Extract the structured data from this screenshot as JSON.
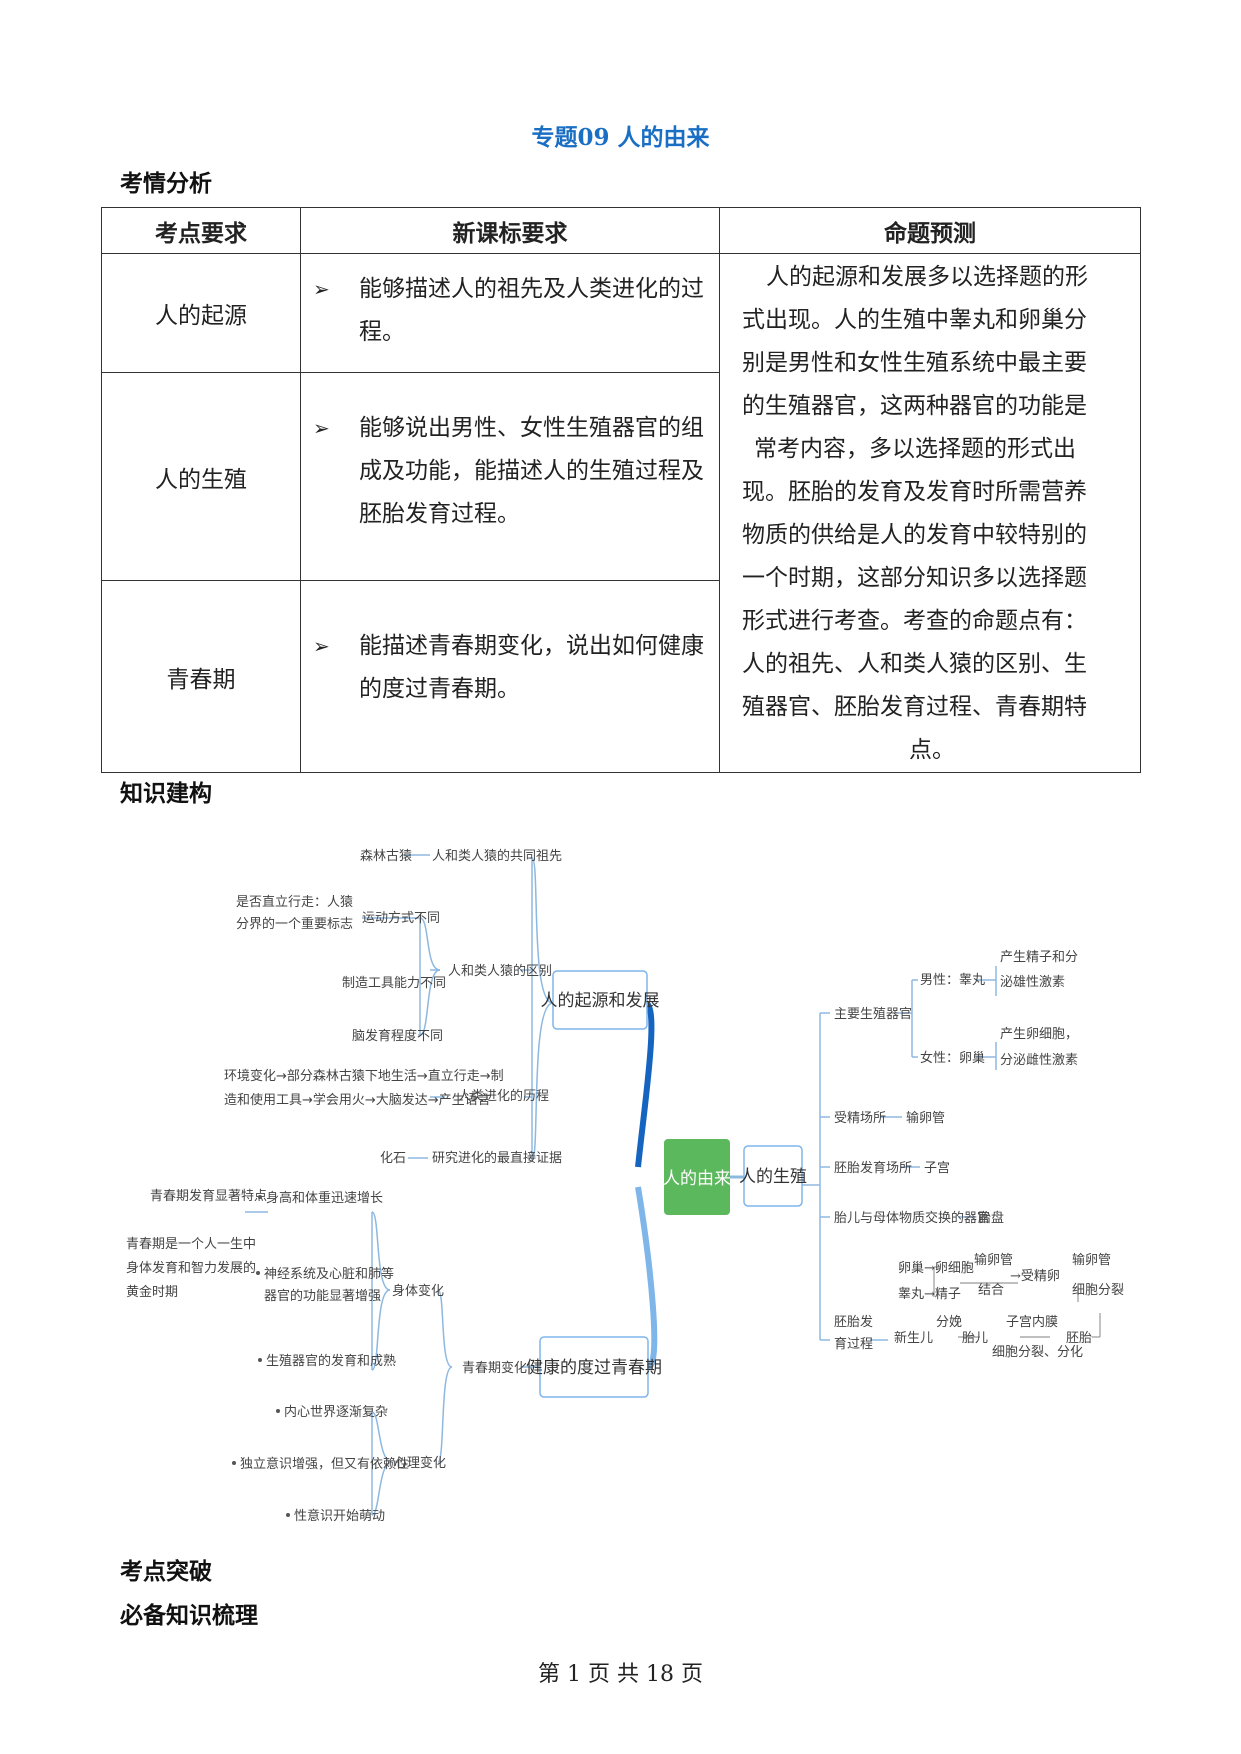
{
  "title": "专题09 人的由来",
  "section_analysis": "考情分析",
  "table": {
    "headers": [
      "考点要求",
      "新课标要求",
      "命题预测"
    ],
    "rows": [
      {
        "topic": "人的起源",
        "req": "能够描述人的祖先及人类进化的过程。"
      },
      {
        "topic": "人的生殖",
        "req": "能够说出男性、女性生殖器官的组成及功能，能描述人的生殖过程及胚胎发育过程。"
      },
      {
        "topic": "青春期",
        "req": "能描述青春期变化，说出如何健康的度过青春期。"
      }
    ],
    "prediction_lines": [
      "人的起源和发展多以选择题的形",
      "式出现。人的生殖中睾丸和卵巢分",
      "别是男性和女性生殖系统中最主要",
      "的生殖器官，这两种器官的功能是",
      "常考内容，多以选择题的形式出",
      "现。胚胎的发育及发育时所需营养",
      "物质的供给是人的发育中较特别的",
      "一个时期，这部分知识多以选择题",
      "形式进行考查。考查的命题点有：",
      "人的祖先、人和类人猿的区别、生",
      "殖器官、胚胎发育过程、青春期特",
      "点。"
    ]
  },
  "section_structure": "知识建构",
  "mindmap": {
    "center": "人的由来",
    "b_origin": "人的起源和发展",
    "b_repro": "人的生殖",
    "b_youth": "健康的度过青春期",
    "o_common": "人和类人猿的共同祖先",
    "o_forest": "森林古猿",
    "o_diff": "人和类人猿的区别",
    "o_motion": "运动方式不同",
    "o_upright1": "是否直立行走：人猿",
    "o_upright2": "分界的一个重要标志",
    "o_tool": "制造工具能力不同",
    "o_brain": "脑发育程度不同",
    "o_evo": "人类进化的历程",
    "o_evo1": "环境变化→部分森林古猿下地生活→直立行走→制",
    "o_evo2": "造和使用工具→学会用火→大脑发达→产生语言",
    "o_evidence": "研究进化的最直接证据",
    "o_fossil": "化石",
    "r_main": "主要生殖器官",
    "r_male": "男性：睾丸",
    "r_male1": "产生精子和分",
    "r_male2": "泌雄性激素",
    "r_female": "女性：卵巢",
    "r_female1": "产生卵细胞，",
    "r_female2": "分泌雌性激素",
    "r_fert": "受精场所",
    "r_tube": "输卵管",
    "r_embryo": "胚胎发育场所",
    "r_uterus": "子宫",
    "r_exchange": "胎儿与母体物质交换的器官",
    "r_placenta": "胎盘",
    "r_process1": "胚胎发",
    "r_process2": "育过程",
    "p_ovary": "卵巢→卵细胞",
    "p_testis": "睾丸→精子",
    "p_tube": "输卵管",
    "p_combine": "结合",
    "p_zygote": "→受精卵",
    "p_tube2": "输卵管",
    "p_divide": "细胞分裂",
    "p_baby": "新生儿",
    "p_birth": "分娩",
    "p_fetus": "胎儿",
    "p_uterus": "子宫内膜",
    "p_diff": "细胞分裂、分化",
    "p_embryo": "胚胎",
    "y_change": "青春期变化",
    "y_body": "身体变化",
    "y_mind": "心理变化",
    "y_feature": "青春期发育显著特点",
    "y_height": "身高和体重迅速增长",
    "y_golden1": "青春期是一个人一生中",
    "y_golden2": "身体发育和智力发展的",
    "y_golden3": "黄金时期",
    "y_nerve1": "神经系统及心脏和肺等",
    "y_nerve2": "器官的功能显著增强",
    "y_sexorg": "生殖器官的发育和成熟",
    "y_inner": "内心世界逐渐复杂",
    "y_indep": "独立意识增强，但又有依赖性",
    "y_sexaw": "性意识开始萌动",
    "colors": {
      "center": "#5cb85c",
      "branch_dark": "#1565c0",
      "branch_light": "#7fb6ea",
      "line": "#8db8e0"
    }
  },
  "section_breakthrough": "考点突破",
  "section_knowledge": "必备知识梳理",
  "footer": "第 1 页 共 18 页"
}
